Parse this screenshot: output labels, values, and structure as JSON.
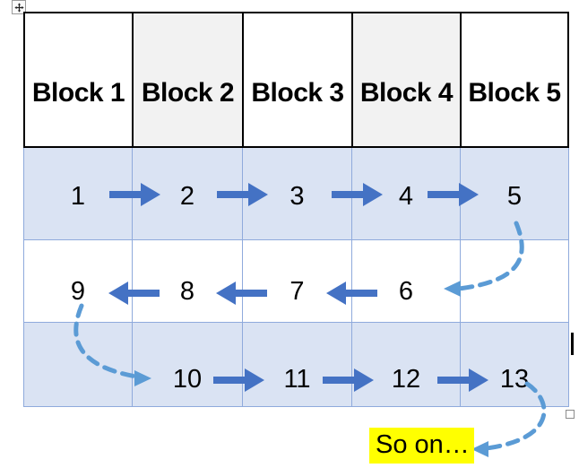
{
  "colors": {
    "accent": "#4472C4",
    "dashed": "#5B9BD5",
    "row_fill": "#DAE3F3",
    "body_border": "#8FAADC",
    "alt_header_fill": "#F2F2F2",
    "highlight": "#FFFF00"
  },
  "table": {
    "header": [
      "Block 1",
      "Block 2",
      "Block 3",
      "Block 4",
      "Block 5"
    ],
    "rows": [
      {
        "cells": [
          "1",
          "2",
          "3",
          "4",
          "5"
        ],
        "flow": "left-to-right"
      },
      {
        "cells": [
          "9",
          "8",
          "7",
          "6",
          ""
        ],
        "flow": "right-to-left"
      },
      {
        "cells": [
          "",
          "10",
          "11",
          "12",
          "13"
        ],
        "flow": "left-to-right"
      }
    ]
  },
  "annotation": {
    "so_on": "So on…"
  }
}
